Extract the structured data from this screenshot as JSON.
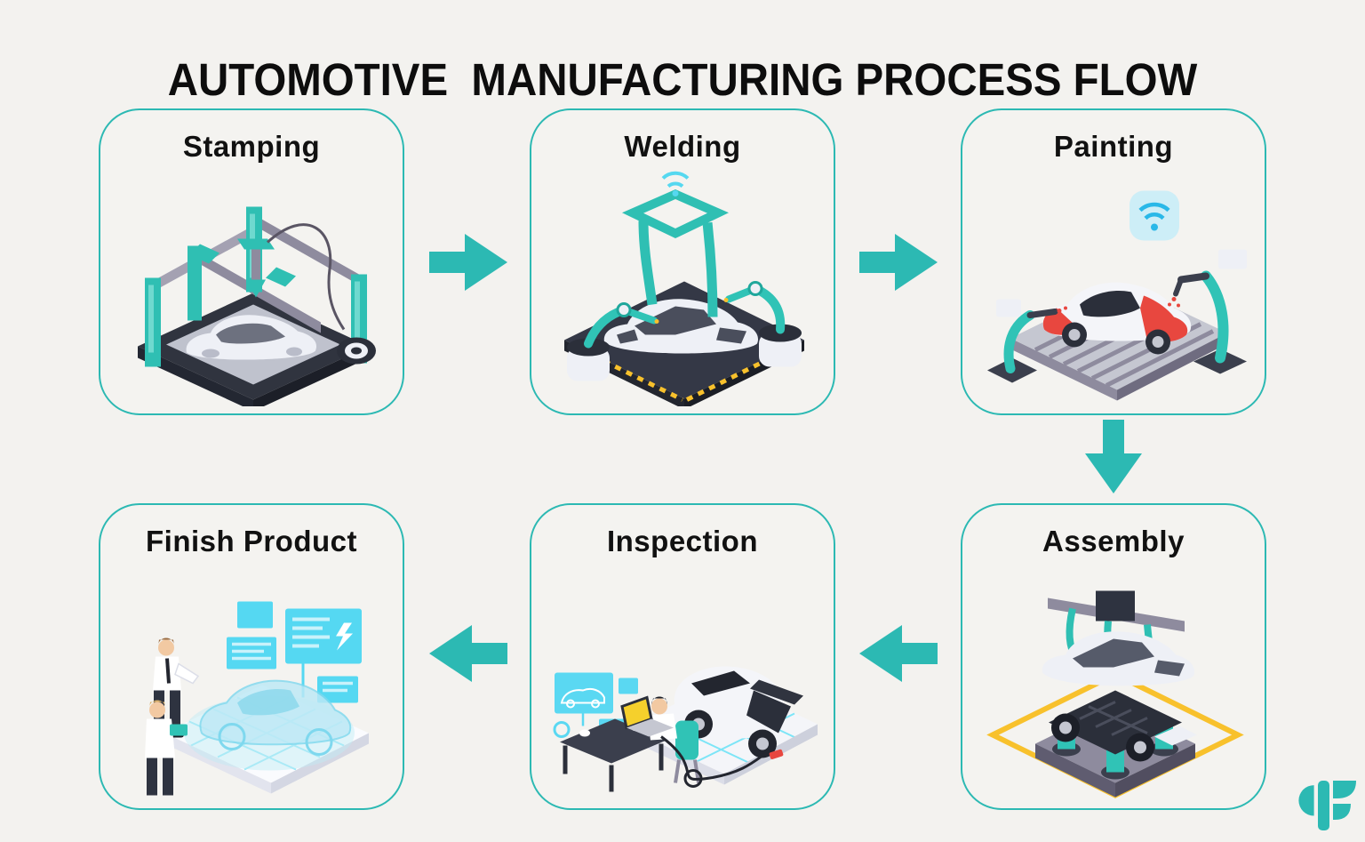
{
  "title": "AUTOMOTIVE  MANUFACTURING PROCESS FLOW",
  "stages": [
    {
      "id": "stamping",
      "label": "Stamping",
      "row": "top",
      "illustration": "press-gantry-stamping-car-panel"
    },
    {
      "id": "welding",
      "label": "Welding",
      "row": "top",
      "illustration": "robot-arms-welding-car-frame-wifi"
    },
    {
      "id": "painting",
      "label": "Painting",
      "row": "top",
      "illustration": "spray-robots-painting-car-red-wifi"
    },
    {
      "id": "finish-product",
      "label": "Finish Product",
      "row": "bottom",
      "illustration": "hologram-car-with-two-engineers-and-screens"
    },
    {
      "id": "inspection",
      "label": "Inspection",
      "row": "bottom",
      "illustration": "technician-laptop-diagnostics-car-open-hood"
    },
    {
      "id": "assembly",
      "label": "Assembly",
      "row": "bottom",
      "illustration": "crane-lowering-body-onto-chassis-yellow-zone"
    }
  ],
  "arrows": [
    {
      "from": "Stamping",
      "to": "Welding",
      "direction": "right"
    },
    {
      "from": "Welding",
      "to": "Painting",
      "direction": "right"
    },
    {
      "from": "Painting",
      "to": "Assembly",
      "direction": "down"
    },
    {
      "from": "Assembly",
      "to": "Inspection",
      "direction": "left"
    },
    {
      "from": "Inspection",
      "to": "Finish Product",
      "direction": "left"
    }
  ],
  "icons": [
    {
      "name": "wifi-icon",
      "appears_in": [
        "welding",
        "painting"
      ]
    },
    {
      "name": "brand-logo-f-mark",
      "appears_in": [
        "bottom-right-corner"
      ]
    }
  ],
  "colors": {
    "background": "#f3f2ef",
    "accent_teal": "#2cb9b3",
    "robot_teal": "#30c3b6",
    "title_text": "#0d0d0d",
    "paint_red": "#e8473f",
    "hazard_yellow": "#f8c12c",
    "screen_cyan": "#55d8f2",
    "dark_platform": "#343846",
    "car_body_white": "#eef0f6"
  }
}
